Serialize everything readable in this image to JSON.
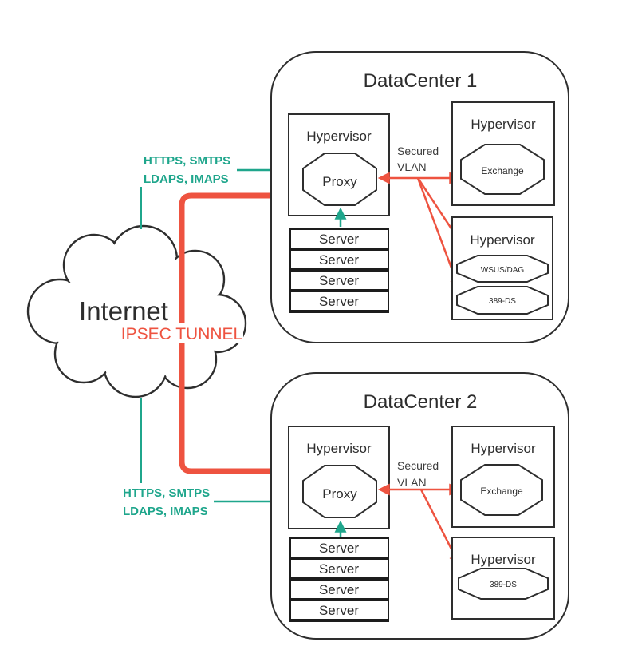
{
  "colors": {
    "ink": "#2e2e2e",
    "teal": "#1fa68c",
    "red": "#ee5340",
    "text": "#2d2d2d"
  },
  "internet": {
    "label": "Internet",
    "tunnel_label": "IPSEC TUNNEL"
  },
  "protocols_top": {
    "line1": "HTTPS, SMTPS",
    "line2": "LDAPS, IMAPS"
  },
  "protocols_bottom": {
    "line1": "HTTPS, SMTPS",
    "line2": "LDAPS, IMAPS"
  },
  "datacenter1": {
    "title": "DataCenter 1",
    "vlan": {
      "line1": "Secured",
      "line2": "VLAN"
    },
    "proxy_hypervisor": {
      "title": "Hypervisor",
      "node": "Proxy"
    },
    "exchange_hypervisor": {
      "title": "Hypervisor",
      "node": "Exchange"
    },
    "services_hypervisor": {
      "title": "Hypervisor",
      "node1": "WSUS/DAG",
      "node2": "389-DS"
    },
    "servers": [
      "Server",
      "Server",
      "Server",
      "Server"
    ]
  },
  "datacenter2": {
    "title": "DataCenter 2",
    "vlan": {
      "line1": "Secured",
      "line2": "VLAN"
    },
    "proxy_hypervisor": {
      "title": "Hypervisor",
      "node": "Proxy"
    },
    "exchange_hypervisor": {
      "title": "Hypervisor",
      "node": "Exchange"
    },
    "services_hypervisor": {
      "title": "Hypervisor",
      "node1": "389-DS"
    },
    "servers": [
      "Server",
      "Server",
      "Server",
      "Server"
    ]
  }
}
